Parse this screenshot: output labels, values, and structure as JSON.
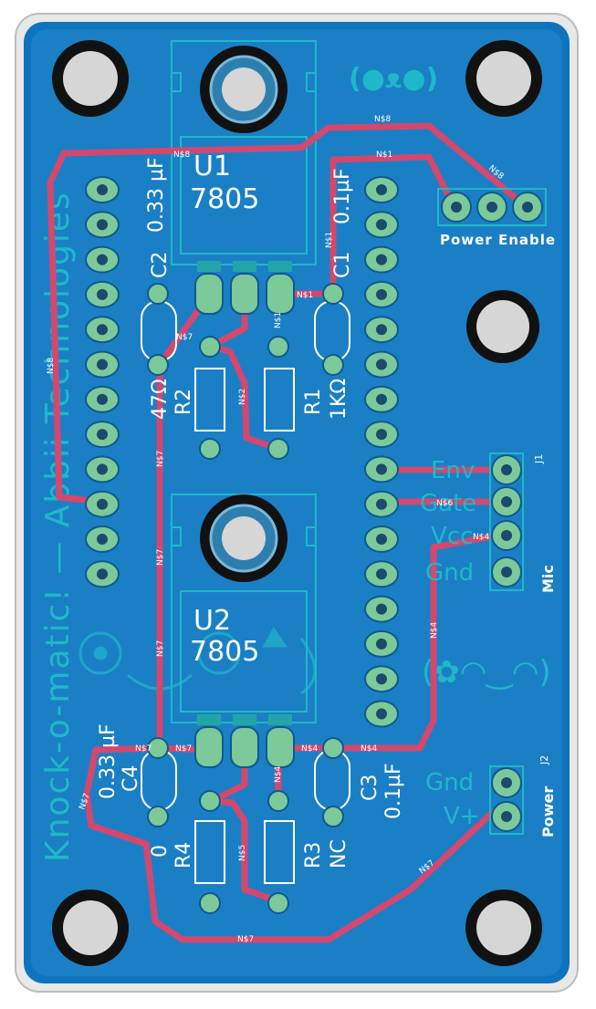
{
  "board": {
    "colors": {
      "edge": "#e8e8e8",
      "edge_outline": "#c0c0c0",
      "substrate": "#0f74bf",
      "copper": "#1b7fc6",
      "silk": "#1fb8c8",
      "silk_white": "#ffffff",
      "trace": "#d2486e",
      "pad": "#7cc99a",
      "drill": "#1c4a6e",
      "hole": "#d0d0d0",
      "hole_ring": "#1a1a1a"
    },
    "ics": [
      {
        "ref": "U1",
        "value": "7805"
      },
      {
        "ref": "U2",
        "value": "7805"
      }
    ],
    "parts": [
      {
        "ref": "C2",
        "value": "0.33 µF"
      },
      {
        "ref": "C1",
        "value": "0.1µF"
      },
      {
        "ref": "R2",
        "value": "47Ω"
      },
      {
        "ref": "R1",
        "value": "1KΩ"
      },
      {
        "ref": "C4",
        "value": "0.33 µF"
      },
      {
        "ref": "C3",
        "value": "0.1µF"
      },
      {
        "ref": "R4",
        "value": "0"
      },
      {
        "ref": "R3",
        "value": "NC"
      }
    ],
    "headers": {
      "power_enable": "Power Enable",
      "mic_title": "Mic",
      "mic_ref": "J1",
      "mic_pins": [
        "Env",
        "Gate",
        "Vcc",
        "Gnd"
      ],
      "power_title": "Power",
      "power_ref": "J2",
      "power_pins": [
        "Gnd",
        "V+"
      ]
    },
    "silk_text": {
      "vertical_main": "Knock-o-matic! — Abbii Technologies",
      "kaomoji_top": "(●ᴥ●)",
      "kaomoji_right": "(✿◠‿◠)"
    },
    "nets": [
      "N$8",
      "N$1",
      "N$7",
      "N$2",
      "N$5",
      "N$6",
      "N$4"
    ]
  }
}
